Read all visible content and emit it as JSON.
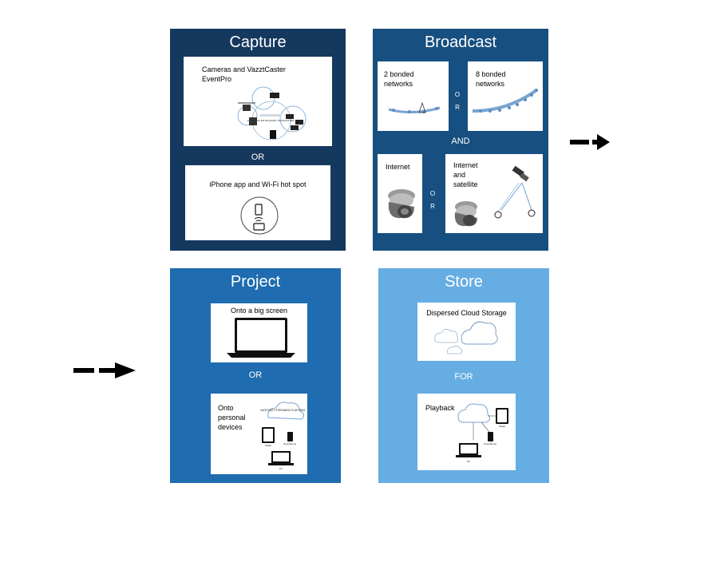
{
  "capture": {
    "title": "Capture",
    "card1_text": "Cameras and VazztCaster EventPro",
    "diagram_label": "VAZZTCASTER BACKEND TRANSMITTER",
    "separator": "OR",
    "card2_text": "iPhone app and Wi-Fi hot spot"
  },
  "broadcast": {
    "title": "Broadcast",
    "card1_text": "2 bonded networks",
    "or_vertical": "O R",
    "card2_text": "8 bonded networks",
    "and_label": "AND",
    "card3_text": "Internet",
    "or_vertical2": "O R",
    "card4_text": "Internet and satellite"
  },
  "project": {
    "title": "Project",
    "card1_text": "Onto a big screen",
    "separator": "OR",
    "card2_text": "Onto personal devices",
    "cloud_label": "VAZZTCAST STREAMING PLATFORM",
    "tablet_label": "Tablet",
    "phone_label": "Smartphone",
    "pc_label": "PC"
  },
  "store": {
    "title": "Store",
    "card1_text": "Dispersed Cloud Storage",
    "separator": "FOR",
    "card2_text": "Playback",
    "tablet_label": "Tablet",
    "phone_label": "Smartphone",
    "pc_label": "PC"
  },
  "colors": {
    "capture_bg": "#15385f",
    "broadcast_bg": "#174f80",
    "project_bg": "#1f6cb0",
    "store_bg": "#66ade3"
  }
}
